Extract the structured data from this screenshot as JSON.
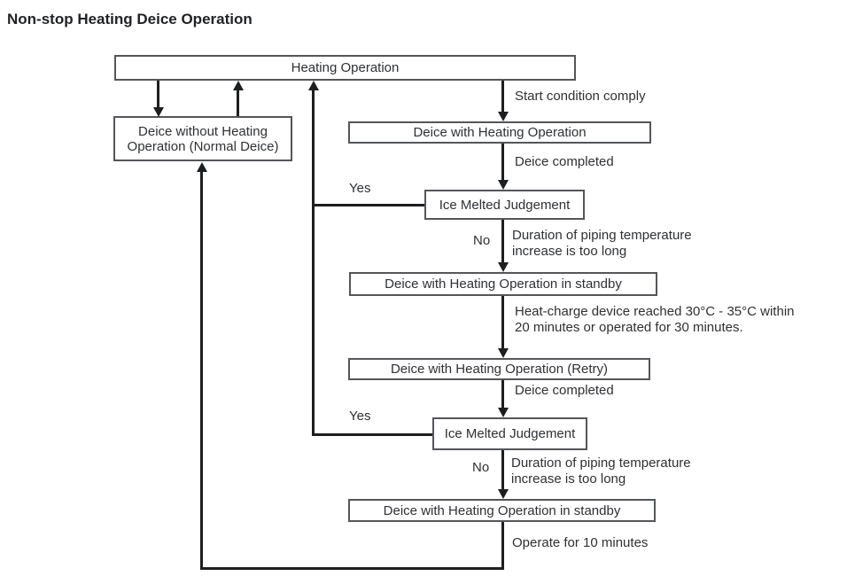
{
  "title": "Non-stop Heating Deice Operation",
  "colors": {
    "text": "#2e3033",
    "box_border": "#54565a",
    "arrow": "#1d1e20",
    "background": "#ffffff"
  },
  "nodes": {
    "heating": "Heating Operation",
    "normal": "Deice without Heating\nOperation (Normal Deice)",
    "deice_heating": "Deice with Heating Operation",
    "ice_melted_1": "Ice Melted Judgement",
    "standby_1": "Deice with Heating Operation in standby",
    "retry": "Deice with Heating Operation (Retry)",
    "ice_melted_2": "Ice Melted Judgement",
    "standby_2": "Deice with Heating Operation in standby"
  },
  "edge_labels": {
    "start_condition": "Start condition comply",
    "deice_completed_1": "Deice completed",
    "yes_1": "Yes",
    "no_1": "No",
    "duration_1": "Duration of piping temperature\nincrease is too long",
    "heat_charge": "Heat-charge device reached 30°C - 35°C within\n20 minutes or operated for 30 minutes.",
    "deice_completed_2": "Deice completed",
    "yes_2": "Yes",
    "no_2": "No",
    "duration_2": "Duration of piping temperature\nincrease is too long",
    "operate_10": "Operate for 10 minutes"
  }
}
